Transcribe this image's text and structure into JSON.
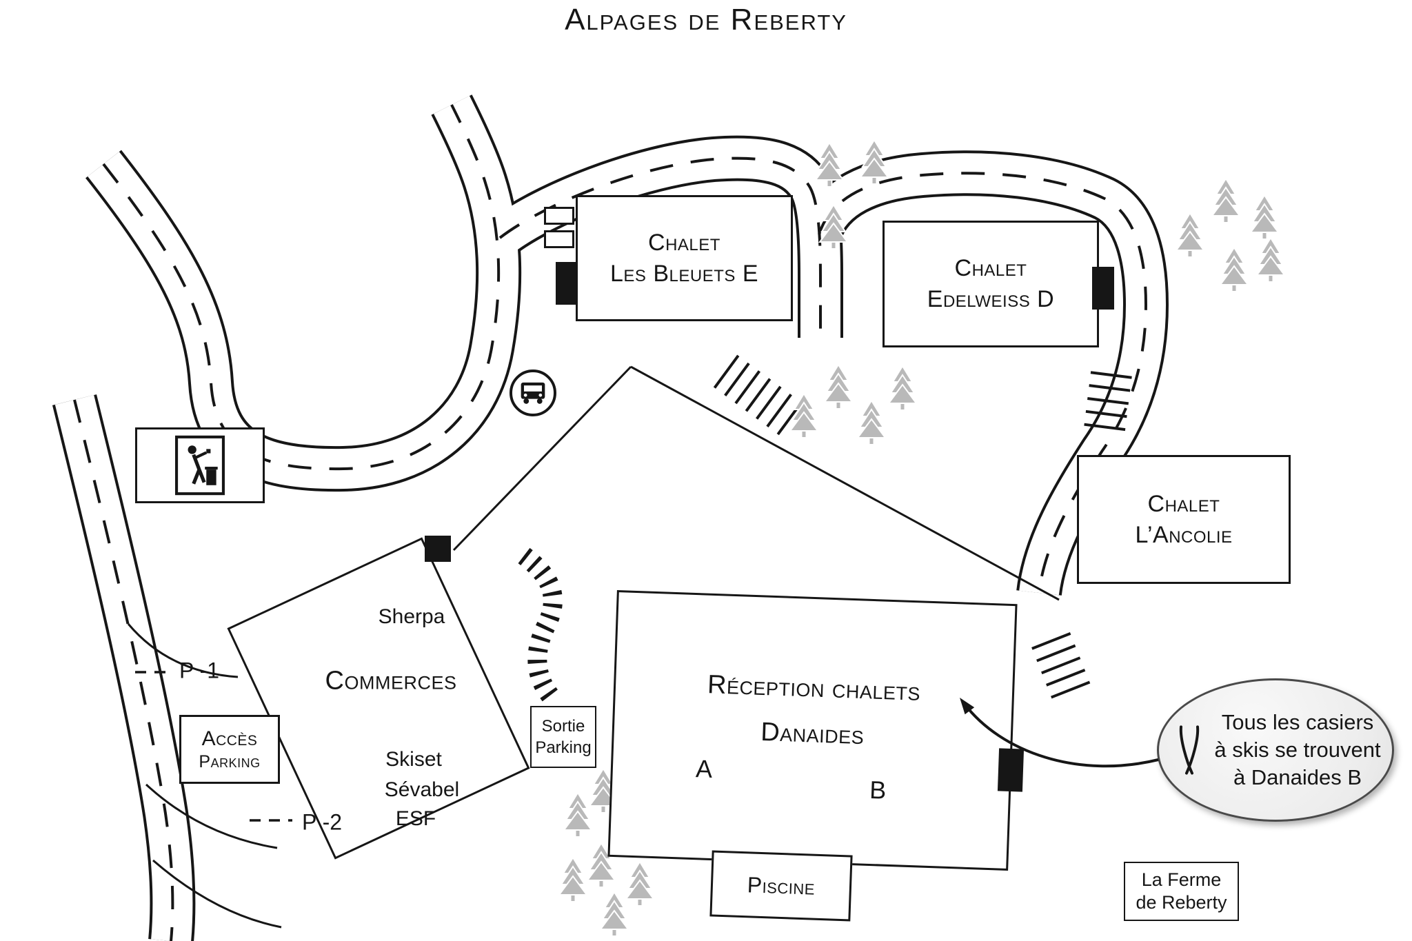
{
  "title": "Alpages de Reberty",
  "buildings": {
    "bleuets": {
      "line1": "Chalet",
      "line2": "Les Bleuets E"
    },
    "edelweiss": {
      "line1": "Chalet",
      "line2": "Edelweiss D"
    },
    "ancolie": {
      "line1": "Chalet",
      "line2": "L’Ancolie"
    },
    "reception": {
      "line1": "Réception chalets",
      "line2": "Danaides",
      "unit_a": "A",
      "unit_b": "B"
    },
    "piscine": {
      "label": "Piscine"
    },
    "ferme": {
      "line1": "La Ferme",
      "line2": "de Reberty"
    }
  },
  "commerces": {
    "sherpa": "Sherpa",
    "label": "Commerces",
    "skiset": "Skiset",
    "sevabel": "Sévabel",
    "esf": "ESF"
  },
  "parking": {
    "acces_line1": "Accès",
    "acces_line2": "Parking",
    "sortie_line1": "Sortie",
    "sortie_line2": "Parking",
    "p1": "P -1",
    "p2": "P -2"
  },
  "callout": {
    "line1": "Tous les casiers",
    "line2": "à skis se trouvent",
    "line3": "à Danaides B"
  },
  "icons": {
    "bus": "bus-stop-icon",
    "trash": "waste-point-icon",
    "skis": "crossed-skis-icon",
    "tree": "pine-tree-icon"
  },
  "colors": {
    "ink": "#161616",
    "tree_fill": "#b9b9b9",
    "callout_border": "#4a4a4a",
    "callout_fill": "#ededed"
  }
}
